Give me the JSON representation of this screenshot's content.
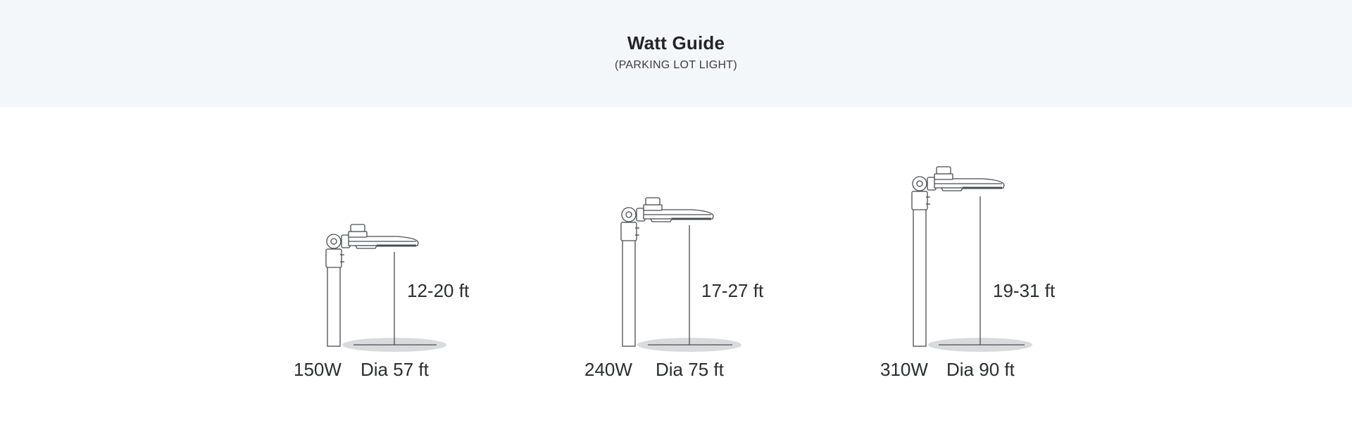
{
  "header": {
    "title": "Watt Guide",
    "subtitle": "(PARKING LOT LIGHT)"
  },
  "lights": [
    {
      "watt": "150W",
      "height": "12-20 ft",
      "diameter": "Dia 57 ft"
    },
    {
      "watt": "240W",
      "height": "17-27 ft",
      "diameter": "Dia 75 ft"
    },
    {
      "watt": "310W",
      "height": "19-31 ft",
      "diameter": "Dia 90 ft"
    }
  ],
  "colors": {
    "header_bg": "#f4f7f9",
    "line": "#4a4c50",
    "ground_ellipse": "#d9dadc",
    "text": "#2b2d30"
  },
  "icons": [
    "street-light-icon"
  ]
}
